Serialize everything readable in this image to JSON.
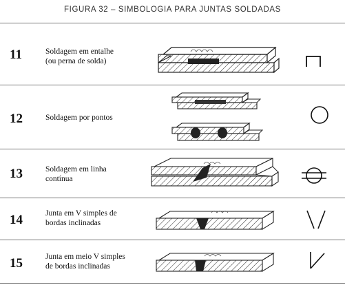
{
  "figure": {
    "caption": "FIGURA 32 – SIMBOLOGIA PARA JUNTAS SOLDADAS"
  },
  "rows": [
    {
      "number": "11",
      "description": [
        "Soldagem em entalhe",
        "(ou perna de solda)"
      ],
      "symbol_icon": "bracket-icon"
    },
    {
      "number": "12",
      "description": [
        "Soldagem por pontos"
      ],
      "symbol_icon": "circle-icon"
    },
    {
      "number": "13",
      "description": [
        "Soldagem em linha",
        "contínua"
      ],
      "symbol_icon": "circle-with-lines-icon"
    },
    {
      "number": "14",
      "description": [
        "Junta em V simples de",
        "bordas inclinadas"
      ],
      "symbol_icon": "v-groove-icon"
    },
    {
      "number": "15",
      "description": [
        "Junta  em meio V simples",
        "de bordas inclinadas"
      ],
      "symbol_icon": "bevel-groove-icon"
    }
  ]
}
